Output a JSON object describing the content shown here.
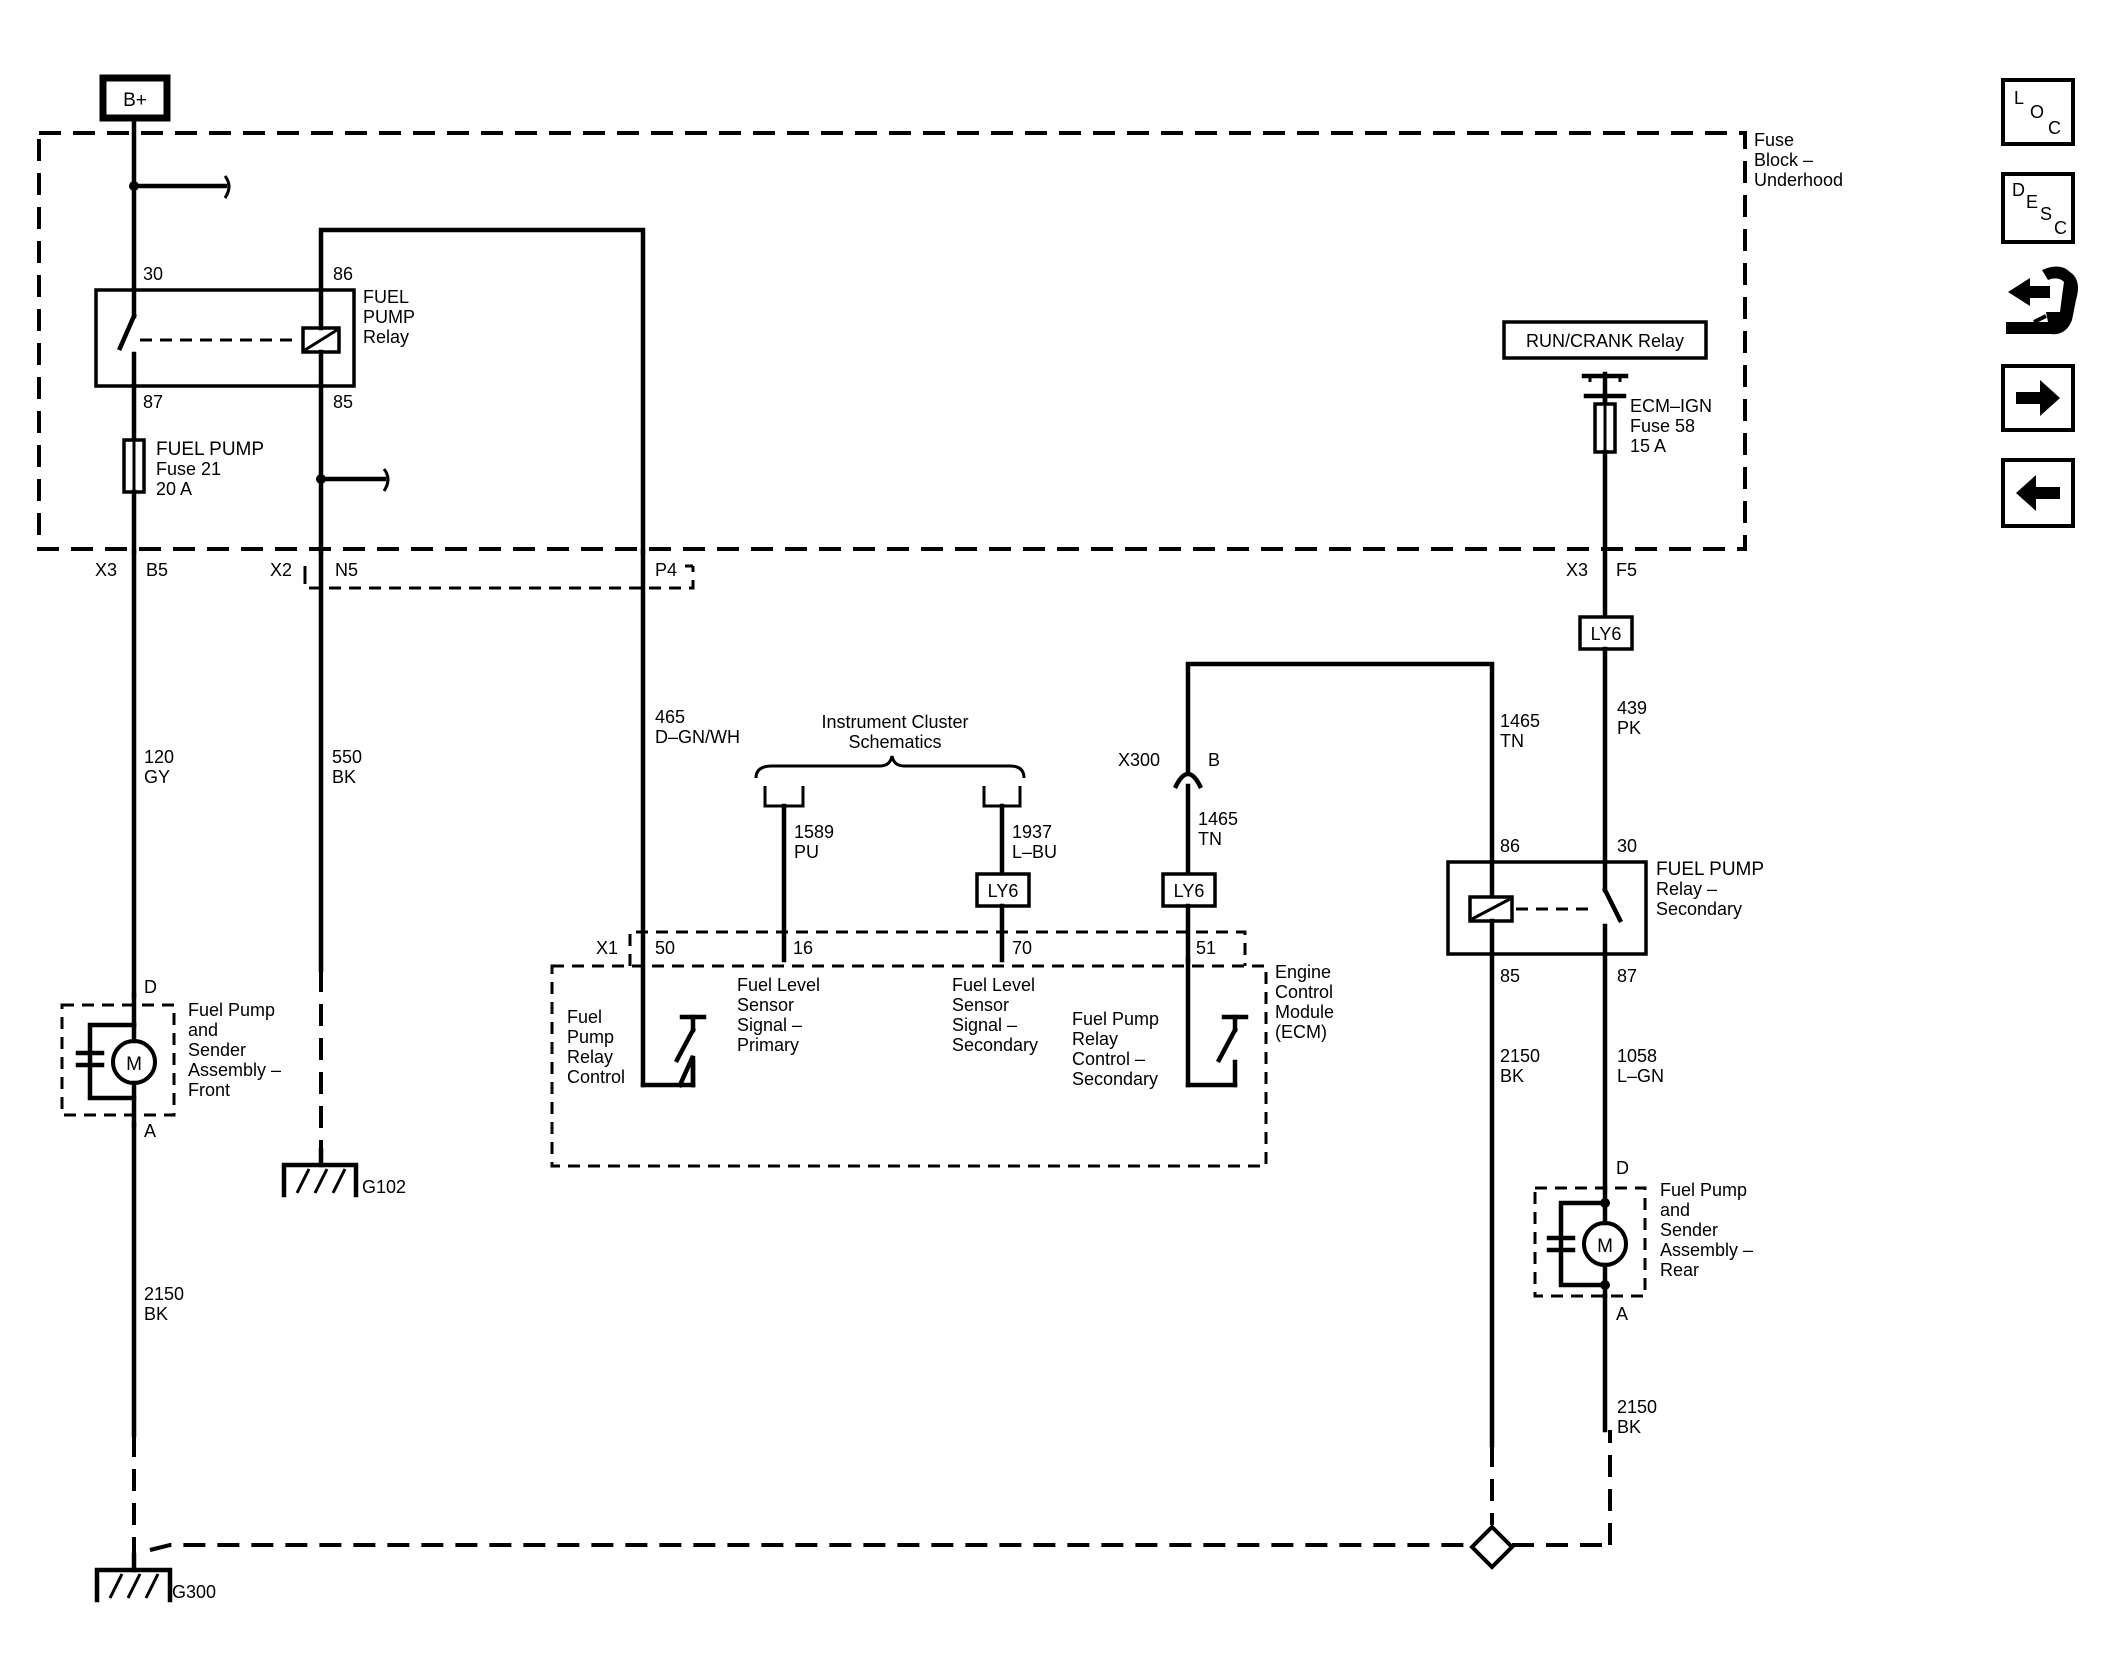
{
  "power": {
    "source": "B+"
  },
  "fuse_block": {
    "title_lines": [
      "Fuse",
      "Block –",
      "Underhood"
    ]
  },
  "relay_primary": {
    "name_lines": [
      "FUEL",
      "PUMP",
      "Relay"
    ],
    "pins": {
      "p30": "30",
      "p86": "86",
      "p87": "87",
      "p85": "85"
    }
  },
  "fuse_21": {
    "lines": [
      "FUEL PUMP",
      "Fuse 21",
      "20 A"
    ]
  },
  "run_crank_relay": {
    "label": "RUN/CRANK Relay"
  },
  "fuse_58": {
    "lines": [
      "ECM–IGN",
      "Fuse 58",
      "15 A"
    ]
  },
  "connectors": {
    "x3_left": "X3",
    "b5": "B5",
    "x2": "X2",
    "n5": "N5",
    "p4": "P4",
    "x3_right": "X3",
    "f5": "F5",
    "x300": "X300",
    "x300_pin": "B",
    "x1": "X1",
    "pin50": "50",
    "pin16": "16",
    "pin70": "70",
    "pin51": "51"
  },
  "option_tags": {
    "ly6_a": "LY6",
    "ly6_b": "LY6",
    "ly6_c": "LY6"
  },
  "wires": {
    "w120": {
      "circuit": "120",
      "color": "GY"
    },
    "w550": {
      "circuit": "550",
      "color": "BK"
    },
    "w465": {
      "circuit": "465",
      "color": "D–GN/WH"
    },
    "w1589": {
      "circuit": "1589",
      "color": "PU"
    },
    "w1937": {
      "circuit": "1937",
      "color": "L–BU"
    },
    "w1465_upper": {
      "circuit": "1465",
      "color": "TN"
    },
    "w1465_lower": {
      "circuit": "1465",
      "color": "TN"
    },
    "w439": {
      "circuit": "439",
      "color": "PK"
    },
    "w2150_front": {
      "circuit": "2150",
      "color": "BK"
    },
    "w2150_mid": {
      "circuit": "2150",
      "color": "BK"
    },
    "w1058": {
      "circuit": "1058",
      "color": "L–GN"
    },
    "w2150_rear": {
      "circuit": "2150",
      "color": "BK"
    }
  },
  "instrument_cluster": {
    "lines": [
      "Instrument Cluster",
      "Schematics"
    ]
  },
  "ecm": {
    "name_lines": [
      "Engine",
      "Control",
      "Module",
      "(ECM)"
    ],
    "fpr_control_lines": [
      "Fuel",
      "Pump",
      "Relay",
      "Control"
    ],
    "fls_primary_lines": [
      "Fuel Level",
      "Sensor",
      "Signal –",
      "Primary"
    ],
    "fls_secondary_lines": [
      "Fuel Level",
      "Sensor",
      "Signal –",
      "Secondary"
    ],
    "fpr_control_sec_lines": [
      "Fuel Pump",
      "Relay",
      "Control –",
      "Secondary"
    ]
  },
  "relay_secondary": {
    "name_lines": [
      "FUEL PUMP",
      "Relay –",
      "Secondary"
    ],
    "pins": {
      "p86": "86",
      "p30": "30",
      "p85": "85",
      "p87": "87"
    }
  },
  "pump_front": {
    "name_lines": [
      "Fuel Pump",
      "and",
      "Sender",
      "Assembly –",
      "Front"
    ],
    "pin_top": "D",
    "pin_bottom": "A",
    "motor": "M"
  },
  "pump_rear": {
    "name_lines": [
      "Fuel Pump",
      "and",
      "Sender",
      "Assembly –",
      "Rear"
    ],
    "pin_top": "D",
    "pin_bottom": "A",
    "motor": "M"
  },
  "grounds": {
    "g102": "G102",
    "g300": "G300"
  },
  "nav": {
    "loc": [
      "L",
      "O",
      "C"
    ],
    "desc": [
      "D",
      "E",
      "S",
      "C"
    ],
    "connector_icon": "connector-hand-icon",
    "next_icon": "arrow-right-icon",
    "prev_icon": "arrow-left-icon"
  }
}
